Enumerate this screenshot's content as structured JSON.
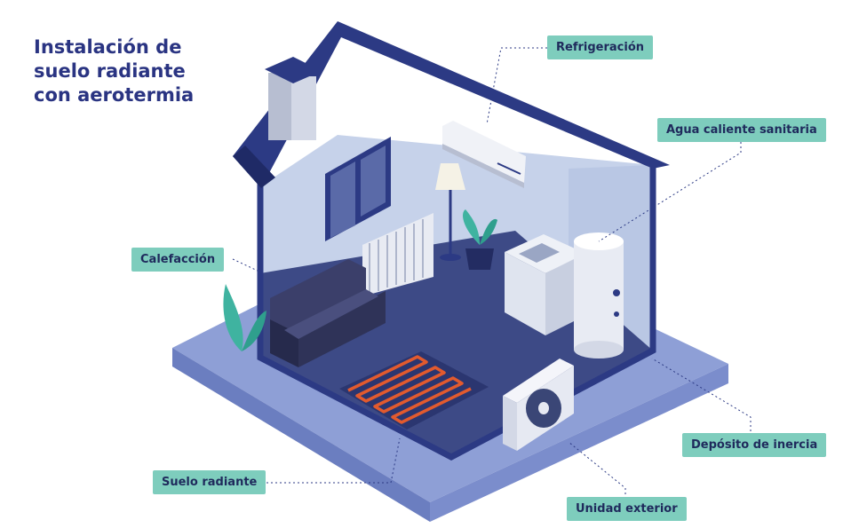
{
  "title": [
    "Instalación de",
    "suelo radiante",
    "con aerotermia"
  ],
  "labels": {
    "refrigeracion": "Refrigeración",
    "agua_caliente": "Agua caliente sanitaria",
    "calefaccion": "Calefacción",
    "deposito": "Depósito de inercia",
    "suelo": "Suelo radiante",
    "unidad": "Unidad exterior"
  },
  "colors": {
    "title": "#2a3482",
    "label_bg": "#7ecdbd",
    "label_text": "#1f2a5c",
    "roof": "#2c3a84",
    "ground": "#8e9fd6",
    "floor": "#3d4a86",
    "wall": "#c6d2ea",
    "heating_pipe": "#e25a2e"
  }
}
